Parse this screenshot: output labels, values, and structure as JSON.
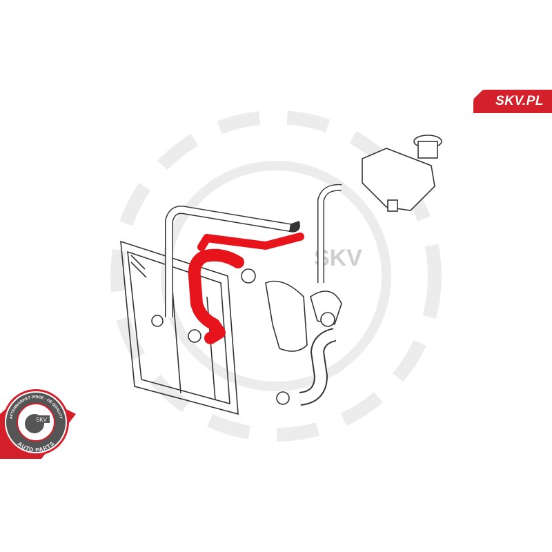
{
  "brand": {
    "site_label": "SKV.PL"
  },
  "badge": {
    "center_text": "SKV",
    "top_arc": "AFTERMARKET PRICE · OE QUALITY",
    "bottom_arc": "AUTO PARTS"
  },
  "watermark": {
    "text": "SKV"
  },
  "colors": {
    "accent": "#d4202a",
    "highlight_part": "#e8141c",
    "line": "#333333"
  }
}
